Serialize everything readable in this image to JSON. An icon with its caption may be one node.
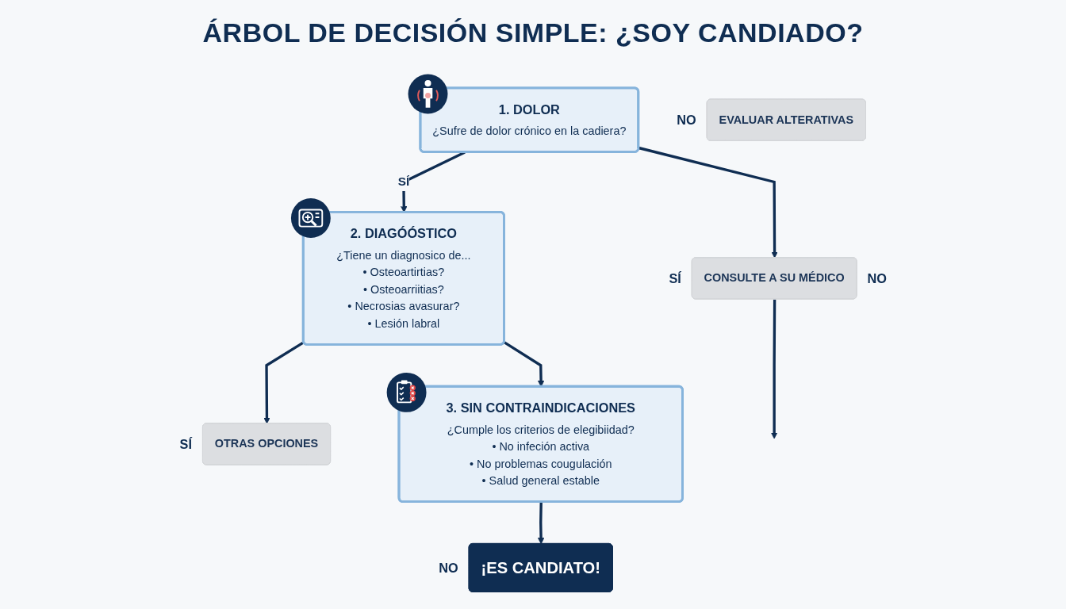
{
  "diagram": {
    "title": "ÁRBOL DE DECISIÓN SIMPLE: ¿SOY CANDIADO?",
    "nodes": [
      {
        "text": [
          "1. DOLOR",
          "¿Sufre de dolor crónico en la cadiera?"
        ]
      },
      {
        "text": [
          "CONSULTE A SU MÉDICO"
        ],
        "beside": [
          "SÍ",
          "NO"
        ]
      },
      {
        "text": [
          "2. DIAGÓÓSTICO",
          "¿Tiene un diagnosico de...",
          "• Osteoartirtias?",
          "• Osteoarriitias?",
          "• Necrosias avasurar?",
          "• Lesión labral"
        ]
      },
      {
        "text": [
          "OTRAS OPCIONES"
        ],
        "beside": [
          "SÍ"
        ]
      },
      {
        "text": [
          "3. SIN CONTRAINDICACIONES",
          "¿Cumple los criterios de elegibiidad?",
          "• No infeción activa",
          "• No problemas cougulación",
          "• Salud general estable"
        ]
      },
      {
        "text": [
          "¡ES CANDIATO!"
        ],
        "beside": [
          "NO"
        ]
      },
      {
        "text": [
          "EVALUAR ALTERATIVAS"
        ],
        "beside": [
          "NO"
        ]
      }
    ],
    "edges": [
      {
        "from": 0,
        "to": 2,
        "arrow": "to",
        "label": "SÍ"
      },
      {
        "from": 0,
        "to": 1,
        "arrow": "to"
      },
      {
        "from": 1,
        "to": null,
        "arrow": "to"
      },
      {
        "from": 2,
        "to": 3,
        "arrow": "to"
      },
      {
        "from": 2,
        "to": 4,
        "arrow": "to"
      },
      {
        "from": 4,
        "to": 5,
        "arrow": "to"
      }
    ]
  }
}
